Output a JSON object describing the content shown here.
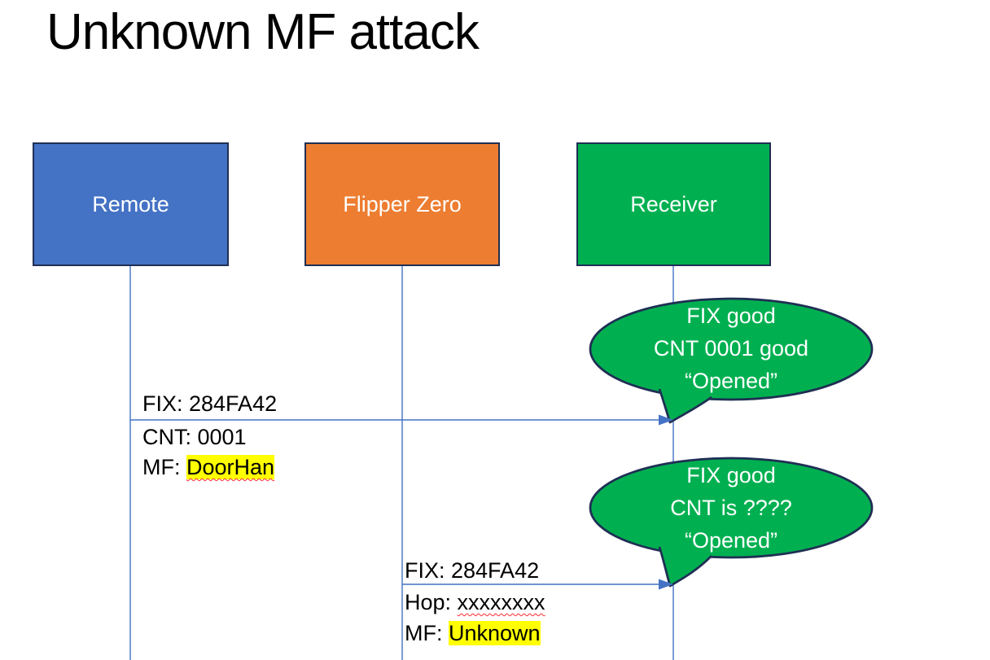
{
  "slide": {
    "title": "Unknown MF attack",
    "background": "#FFFFFF"
  },
  "actors": [
    {
      "label": "Remote",
      "color": "#4472C4"
    },
    {
      "label": "Flipper Zero",
      "color": "#ED7D31"
    },
    {
      "label": "Receiver",
      "color": "#00B050"
    }
  ],
  "messages": [
    {
      "from": "Remote",
      "to": "Receiver",
      "above": "FIX: 284FA42",
      "mid": "CNT: 0001",
      "bottom_prefix": "MF: ",
      "bottom_value": "DoorHan"
    },
    {
      "from": "Flipper Zero",
      "to": "Receiver",
      "above": "FIX: 284FA42",
      "mid_prefix": "Hop: ",
      "mid_value": "xxxxxxxx",
      "bottom_prefix": "MF: ",
      "bottom_value": "Unknown"
    }
  ],
  "callouts": [
    {
      "lines": [
        "FIX good",
        "CNT 0001 good",
        "“Opened”"
      ]
    },
    {
      "lines": [
        "FIX good",
        "CNT is ????",
        "“Opened”"
      ]
    }
  ],
  "colors": {
    "blue": "#4472C4",
    "orange": "#ED7D31",
    "green": "#00B050",
    "outline": "#1F2F54",
    "arrow": "#4472C4",
    "highlight": "#FFFF00",
    "squiggle": "#FF2A2A",
    "title_text": "#000000",
    "box_text": "#FFFFFF"
  }
}
